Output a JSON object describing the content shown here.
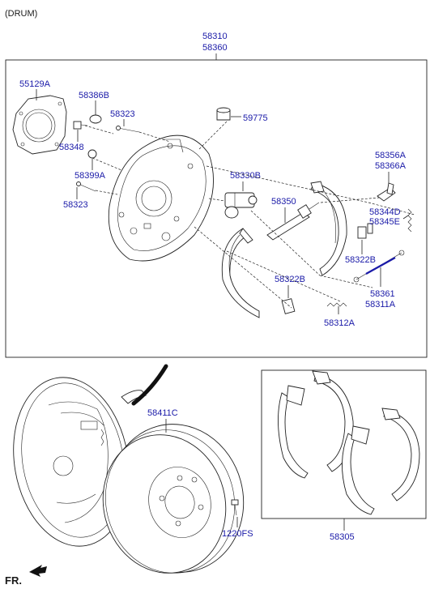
{
  "header": {
    "variant": "(DRUM)"
  },
  "assembly": {
    "code_a": "58310",
    "code_b": "58360"
  },
  "parts": {
    "p55129A": "55129A",
    "p58386B": "58386B",
    "p58323a": "58323",
    "p59775": "59775",
    "p58348": "58348",
    "p58399A": "58399A",
    "p58323b": "58323",
    "p58330B": "58330B",
    "p58350": "58350",
    "p58356A": "58356A",
    "p58366A": "58366A",
    "p58344D": "58344D",
    "p58345E": "58345E",
    "p58322Ba": "58322B",
    "p58322Bb": "58322B",
    "p58361": "58361",
    "p58311A": "58311A",
    "p58312A": "58312A",
    "p58411C": "58411C",
    "p1220FS": "1220FS",
    "p58305": "58305"
  },
  "footer": {
    "front_label": "FR."
  },
  "colors": {
    "link": "#1a1aa8",
    "text": "#1a1a1a",
    "line": "#222222"
  }
}
